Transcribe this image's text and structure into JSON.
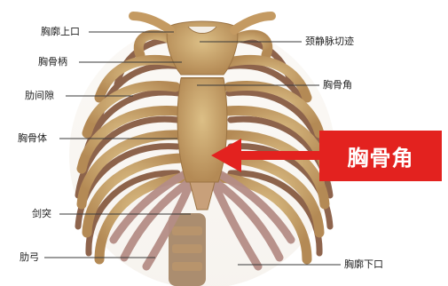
{
  "labels": {
    "thoracic_inlet": "胸廓上口",
    "manubrium": "胸骨柄",
    "intercostal_space": "肋间隙",
    "sternal_body": "胸骨体",
    "xiphoid": "剑突",
    "costal_arch": "肋弓",
    "jugular_notch": "颈静脉切迹",
    "sternal_angle": "胸骨角",
    "thoracic_outlet": "胸廓下口"
  },
  "callout": {
    "text": "胸骨角",
    "background_color": "#e3221f",
    "text_color": "#ffffff",
    "arrow_color": "#e3221f"
  },
  "colors": {
    "bone": "#c9a468",
    "bone_shadow": "#8a5a3a",
    "cartilage": "#b58d86",
    "leader_line": "#3a3a3a"
  }
}
